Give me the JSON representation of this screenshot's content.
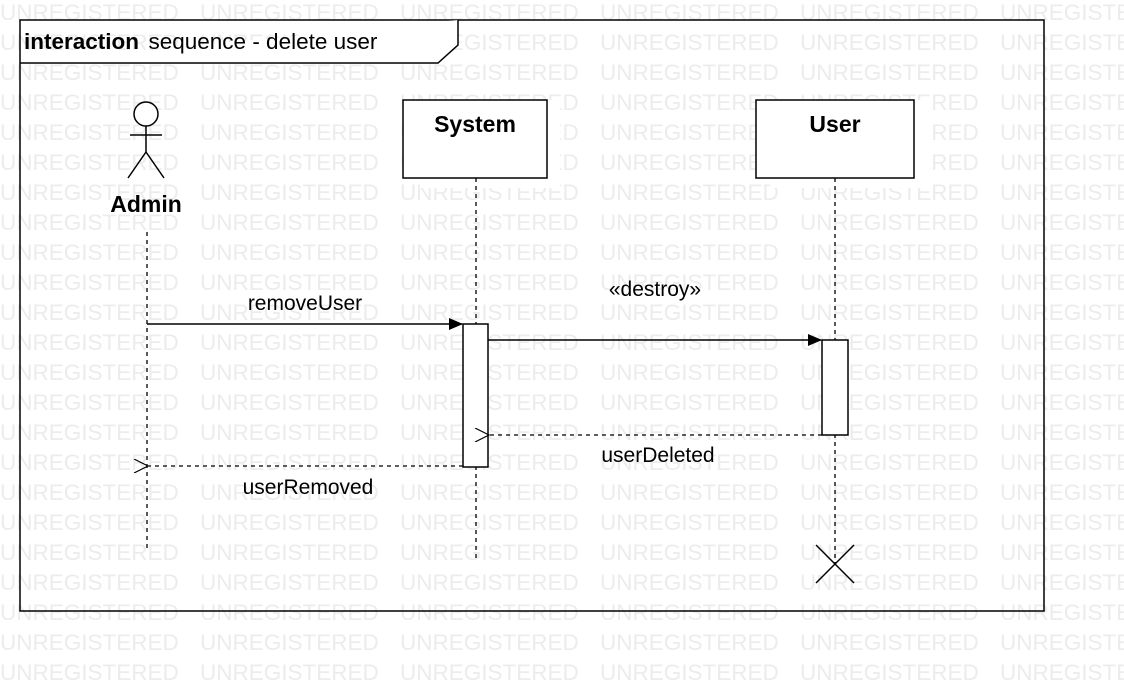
{
  "watermark_text": "UNREGISTERED",
  "frame": {
    "keyword": "interaction",
    "title": "sequence - delete user"
  },
  "actors": [
    {
      "id": "admin",
      "name": "Admin"
    }
  ],
  "lifelines": [
    {
      "id": "system",
      "name": "System"
    },
    {
      "id": "user",
      "name": "User"
    }
  ],
  "messages": [
    {
      "id": "m1",
      "from": "Admin",
      "to": "System",
      "label": "removeUser",
      "kind": "synchronous"
    },
    {
      "id": "m2",
      "from": "System",
      "to": "User",
      "label": "«destroy»",
      "kind": "synchronous"
    },
    {
      "id": "m3",
      "from": "User",
      "to": "System",
      "label": "userDeleted",
      "kind": "reply"
    },
    {
      "id": "m4",
      "from": "System",
      "to": "Admin",
      "label": "userRemoved",
      "kind": "reply"
    }
  ],
  "colors": {
    "line": "#000000",
    "watermark": "#ececec",
    "background": "#ffffff"
  }
}
